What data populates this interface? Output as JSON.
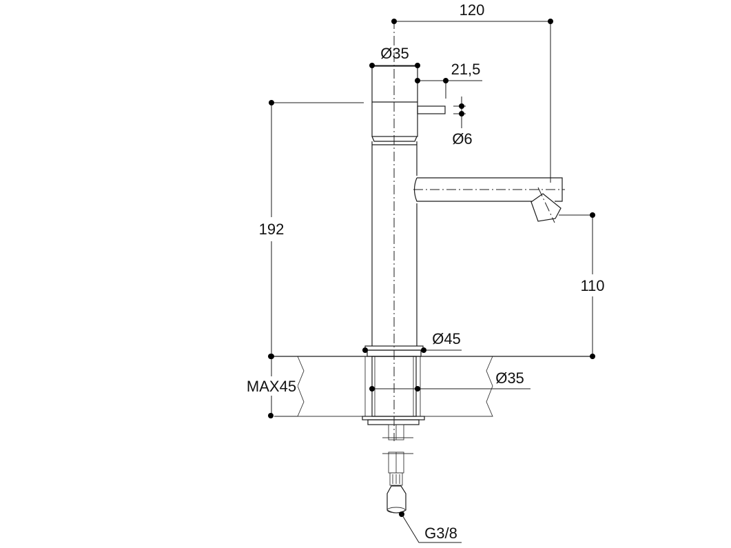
{
  "drawing": {
    "title": "Basin mixer technical dimension drawing",
    "units": "mm",
    "dimensions": {
      "spout_reach": "120",
      "body_diameter": "Ø35",
      "lever_length": "21,5",
      "lever_diameter": "Ø6",
      "total_height": "192",
      "spout_height": "110",
      "base_diameter": "Ø45",
      "hole_diameter": "Ø35",
      "max_counter_thickness": "MAX45",
      "connection_thread": "G3/8"
    },
    "colors": {
      "line": "#1a1a1a",
      "background": "#ffffff"
    }
  }
}
